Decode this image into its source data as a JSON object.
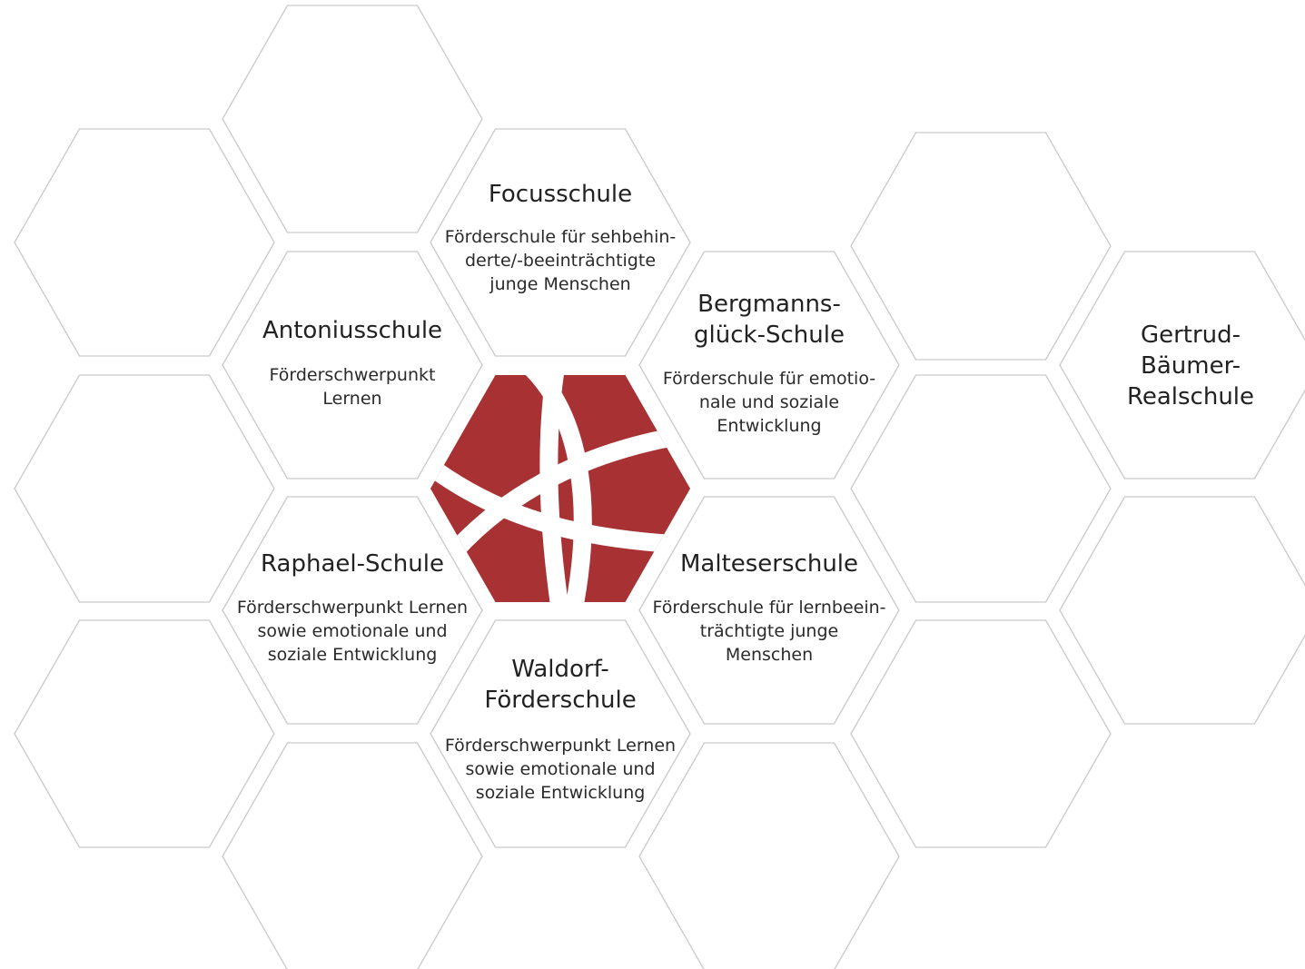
{
  "colors": {
    "accent": "#a83233",
    "outline": "#c9c9c9",
    "background": "#ffffff"
  },
  "center_logo": {
    "icon": "network-logo-icon"
  },
  "schools": {
    "focus": {
      "name": "Focusschule",
      "description": "Förderschule für sehbehin-\nderte/-beeinträchtigte\njunge Menschen"
    },
    "antonius": {
      "name": "Antoniusschule",
      "description": "Förderschwerpunkt\nLernen"
    },
    "bergmann": {
      "name": "Bergmanns-\nglück-Schule",
      "description": "Förderschule für emotio-\nnale und soziale\nEntwicklung"
    },
    "raphael": {
      "name": "Raphael-Schule",
      "description": "Förderschwerpunkt Lernen\nsowie emotionale und\nsoziale Entwicklung"
    },
    "malteser": {
      "name": "Malteserschule",
      "description": "Förderschule für lernbeein-\nträchtigte junge\nMenschen"
    },
    "waldorf": {
      "name": "Waldorf-\nFörderschule",
      "description": "Förderschwerpunkt Lernen\nsowie emotionale und\nsoziale Entwicklung"
    },
    "gertrud": {
      "name": "Gertrud-\nBäumer-\nRealschule"
    }
  }
}
